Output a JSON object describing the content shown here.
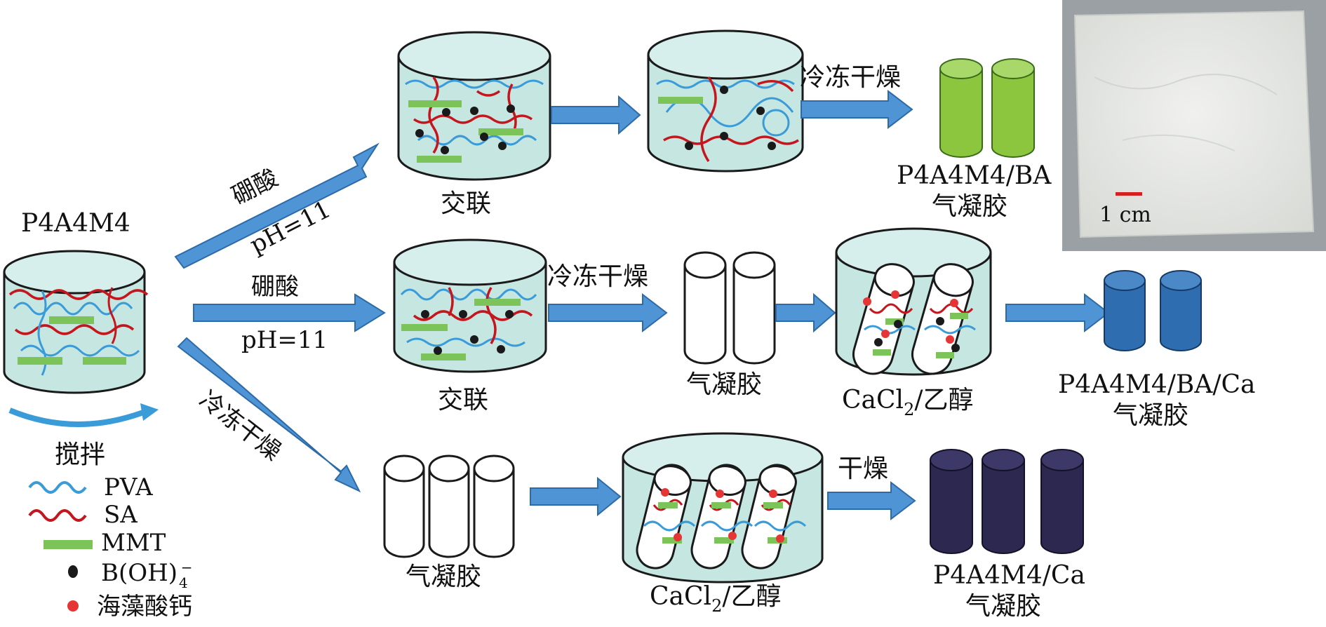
{
  "colors": {
    "pva": "#3a9bd9",
    "sa": "#c4161c",
    "mmt": "#7cc45a",
    "borate": "#1a1a1a",
    "calcium_alginate": "#e53535",
    "arrow": "#4f95d6",
    "beaker": "#c6e6e2",
    "aerogel_green": "#8cc63f",
    "aerogel_blue": "#2e6eb0",
    "aerogel_dark": "#2c2850",
    "photo_bg": "#e6e7e4",
    "scale_bar": "#d62020"
  },
  "start": {
    "label": "P4A4M4",
    "stir_label": "搅拌"
  },
  "legend": [
    {
      "key": "pva",
      "text": "PVA",
      "icon": "blue-wave-icon"
    },
    {
      "key": "sa",
      "text": "SA",
      "icon": "red-wave-icon"
    },
    {
      "key": "mmt",
      "text": "MMT",
      "icon": "green-bar-icon"
    },
    {
      "key": "borate",
      "text": "B(OH)",
      "sub": "4",
      "sup": "−",
      "icon": "black-dot-icon"
    },
    {
      "key": "calcium_alginate",
      "text": "海藻酸钙",
      "icon": "red-dot-icon"
    }
  ],
  "route_top": {
    "arrow_label_1": "硼酸",
    "arrow_label_2": "pH=11",
    "beaker_label": "交联",
    "step_label": "冷冻干燥",
    "product_line1": "P4A4M4/BA",
    "product_line2": "气凝胶"
  },
  "route_mid": {
    "arrow_label_1": "硼酸",
    "arrow_label_2": "pH=11",
    "beaker_label": "交联",
    "step_label": "冷冻干燥",
    "aerogel_label": "气凝胶",
    "bath_label": "CaCl",
    "bath_sub": "2",
    "bath_suffix": "/乙醇",
    "product_line1": "P4A4M4/BA/Ca",
    "product_line2": "气凝胶"
  },
  "route_bottom": {
    "arrow_label": "冷冻干燥",
    "aerogel_label": "气凝胶",
    "bath_label": "CaCl",
    "bath_sub": "2",
    "bath_suffix": "/乙醇",
    "step_label": "干燥",
    "product_line1": "P4A4M4/Ca",
    "product_line2": "气凝胶"
  },
  "photo": {
    "scale_label": "1 cm"
  }
}
